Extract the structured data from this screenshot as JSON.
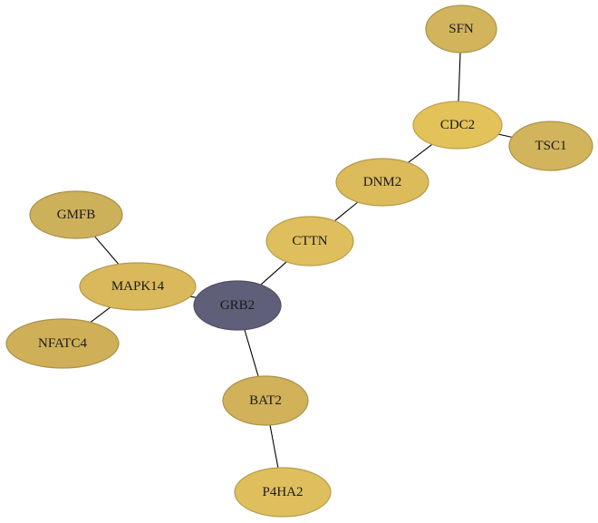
{
  "graph": {
    "nodes": [
      {
        "id": "SFN",
        "label": "SFN",
        "color": "#d2b45c"
      },
      {
        "id": "CDC2",
        "label": "CDC2",
        "color": "#e3c25a"
      },
      {
        "id": "TSC1",
        "label": "TSC1",
        "color": "#d2b45c"
      },
      {
        "id": "DNM2",
        "label": "DNM2",
        "color": "#dcbb5a"
      },
      {
        "id": "CTTN",
        "label": "CTTN",
        "color": "#dfbf5d"
      },
      {
        "id": "GMFB",
        "label": "GMFB",
        "color": "#cdb05a"
      },
      {
        "id": "MAPK14",
        "label": "MAPK14",
        "color": "#d9b95b"
      },
      {
        "id": "GRB2",
        "label": "GRB2",
        "color": "#5f5f7a"
      },
      {
        "id": "NFATC4",
        "label": "NFATC4",
        "color": "#cfb058"
      },
      {
        "id": "BAT2",
        "label": "BAT2",
        "color": "#d1b159"
      },
      {
        "id": "P4HA2",
        "label": "P4HA2",
        "color": "#dfbf5d"
      }
    ],
    "edges": [
      {
        "source": "SFN",
        "target": "CDC2"
      },
      {
        "source": "CDC2",
        "target": "TSC1"
      },
      {
        "source": "CDC2",
        "target": "DNM2"
      },
      {
        "source": "DNM2",
        "target": "CTTN"
      },
      {
        "source": "CTTN",
        "target": "GRB2"
      },
      {
        "source": "GMFB",
        "target": "MAPK14"
      },
      {
        "source": "MAPK14",
        "target": "GRB2"
      },
      {
        "source": "MAPK14",
        "target": "NFATC4"
      },
      {
        "source": "GRB2",
        "target": "BAT2"
      },
      {
        "source": "BAT2",
        "target": "P4HA2"
      }
    ]
  }
}
